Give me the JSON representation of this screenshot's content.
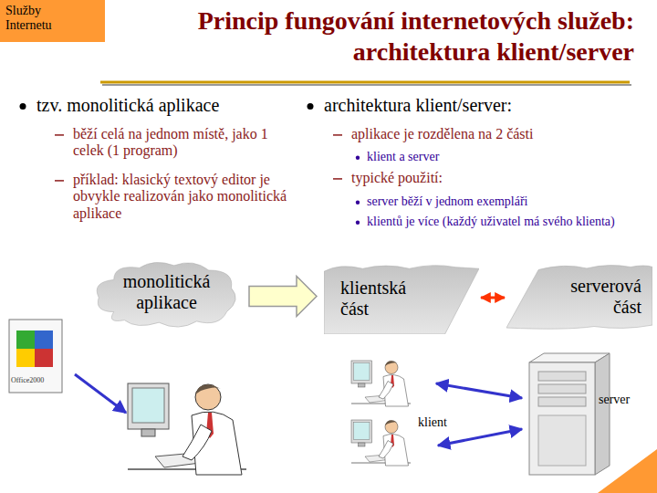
{
  "diagram": {
    "title": "Princip fungování internetových služeb: architektura klient/server",
    "nodes": [
      {
        "text": [
          "Služby Internetu"
        ]
      },
      {
        "text": [
          "monolitická aplikace"
        ]
      },
      {
        "text": [
          "klientská část"
        ]
      },
      {
        "text": [
          "serverová část"
        ]
      }
    ],
    "edges": [
      {
        "from": 1,
        "to": 2,
        "arrow": "to"
      },
      {
        "from": 2,
        "to": 3,
        "arrow": "both"
      }
    ],
    "labels": [
      "tzv. monolitická aplikace",
      "běží celá na jednom místě, jako 1 celek (1 program)",
      "příklad: klasický textový editor je obvykle realizován jako monolitická aplikace",
      "architektura klient/server:",
      "aplikace je rozdělena na 2 části",
      "klient a server",
      "typické použití:",
      "server běží v jednom exempláři",
      "klientů je více (každý uživatel má svého klienta)",
      "klient",
      "server",
      "Office2000"
    ]
  }
}
